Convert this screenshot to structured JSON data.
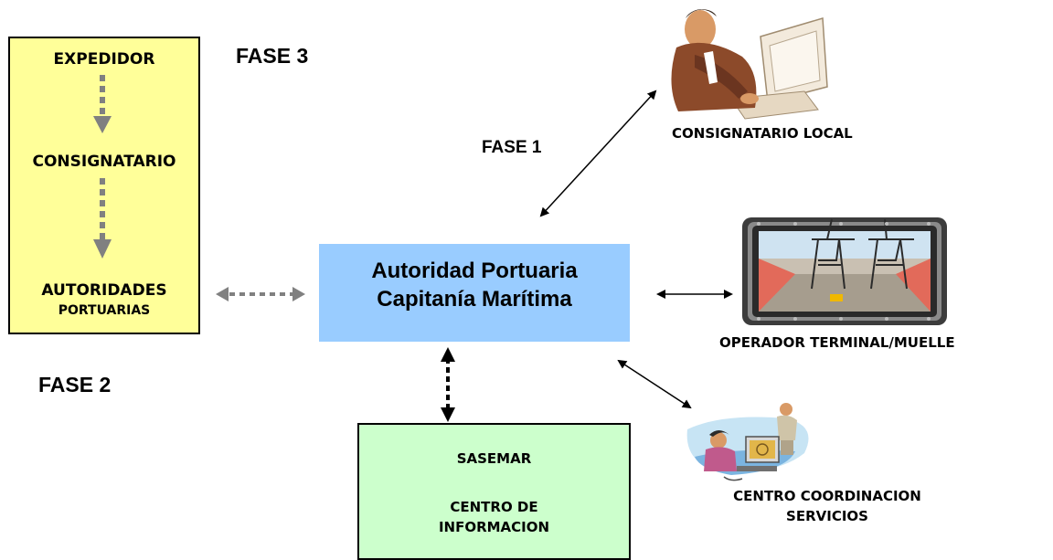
{
  "phase_box": {
    "expedidor": "EXPEDIDOR",
    "consignatario": "CONSIGNATARIO",
    "autoridades_line1": "AUTORIDADES",
    "autoridades_line2": "PORTUARIAS"
  },
  "labels": {
    "fase3": "FASE 3",
    "fase1": "FASE 1",
    "fase2": "FASE 2"
  },
  "central": {
    "line1": "Autoridad Portuaria",
    "line2": "Capitanía Marítima"
  },
  "sasemar": {
    "line1": "SASEMAR",
    "line2": "CENTRO DE",
    "line3": "INFORMACION"
  },
  "nodes": {
    "consignatario_local": "CONSIGNATARIO LOCAL",
    "operador": "OPERADOR TERMINAL/MUELLE",
    "centro_line1": "CENTRO COORDINACION",
    "centro_line2": "SERVICIOS"
  },
  "colors": {
    "phase_box": "#ffff99",
    "central_box": "#99ccff",
    "sasemar_box": "#ccffcc",
    "dotted_arrow": "#808080"
  },
  "icons": [
    "businessman-computer-icon",
    "port-cranes-picture-icon",
    "people-computer-icon"
  ]
}
